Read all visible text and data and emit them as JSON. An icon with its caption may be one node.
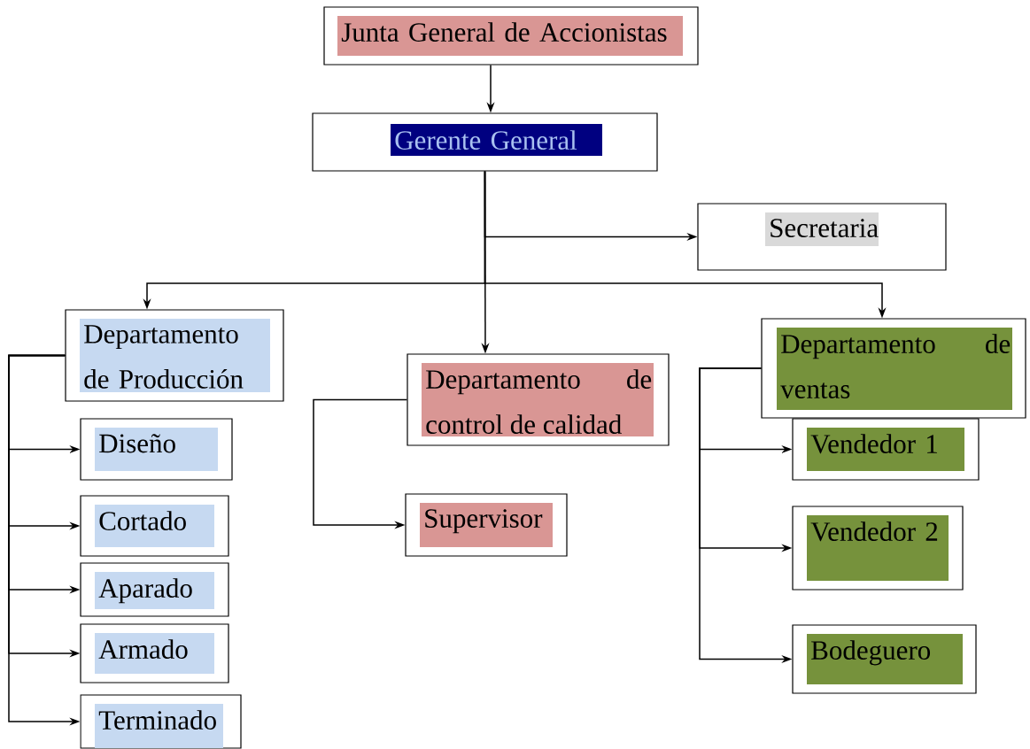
{
  "diagram": {
    "nodes": [
      {
        "text": [
          "Junta General de Accionistas"
        ]
      },
      {
        "text": [
          "Gerente General"
        ]
      },
      {
        "text": [
          "Secretaria"
        ]
      },
      {
        "text": [
          "Departamento de Producción"
        ]
      },
      {
        "text": [
          "Departamento de control de calidad"
        ]
      },
      {
        "text": [
          "Departamento de ventas"
        ]
      },
      {
        "text": [
          "Diseño"
        ]
      },
      {
        "text": [
          "Cortado"
        ]
      },
      {
        "text": [
          "Aparado"
        ]
      },
      {
        "text": [
          "Armado"
        ]
      },
      {
        "text": [
          "Terminado"
        ]
      },
      {
        "text": [
          "Supervisor"
        ]
      },
      {
        "text": [
          "Vendedor  1"
        ]
      },
      {
        "text": [
          "Vendedor 2"
        ]
      },
      {
        "text": [
          "Bodeguero"
        ]
      }
    ],
    "edges": [
      {
        "from": 0,
        "to": 1,
        "arrow": "to"
      },
      {
        "from": 1,
        "to": 2,
        "arrow": "to"
      },
      {
        "from": 1,
        "to": 3,
        "arrow": "to"
      },
      {
        "from": 1,
        "to": 4,
        "arrow": "to"
      },
      {
        "from": 1,
        "to": 5,
        "arrow": "to"
      },
      {
        "from": 3,
        "to": 6,
        "arrow": "to"
      },
      {
        "from": 3,
        "to": 7,
        "arrow": "to"
      },
      {
        "from": 3,
        "to": 8,
        "arrow": "to"
      },
      {
        "from": 3,
        "to": 9,
        "arrow": "to"
      },
      {
        "from": 3,
        "to": 10,
        "arrow": "to"
      },
      {
        "from": 4,
        "to": 11,
        "arrow": "to"
      },
      {
        "from": 5,
        "to": 12,
        "arrow": "to"
      },
      {
        "from": 5,
        "to": 13,
        "arrow": "to"
      },
      {
        "from": 5,
        "to": 14,
        "arrow": "to"
      }
    ]
  }
}
